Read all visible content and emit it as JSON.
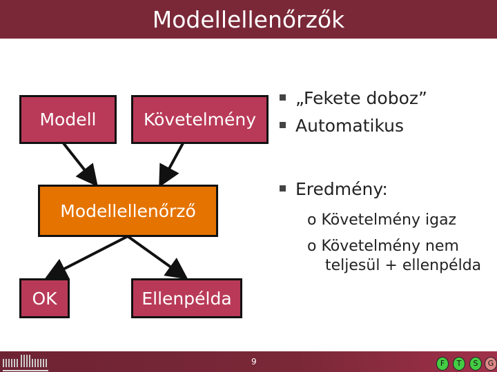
{
  "title": "Modellellenőrzők",
  "diagram": {
    "nodes": {
      "modell": "Modell",
      "kovetelmeny": "Követelmény",
      "checker": "Modellellenőrző",
      "ok": "OK",
      "ellenpelda": "Ellenpélda"
    },
    "colors": {
      "box": "#b93a58",
      "checker": "#e57300",
      "header": "#7a2838"
    }
  },
  "bullets": [
    {
      "text": "„Fekete doboz”"
    },
    {
      "text": "Automatikus"
    },
    {
      "text": "Eredmény:",
      "sub": [
        "Követelmény igaz",
        "Követelmény nem",
        "teljesül + ellenpélda"
      ]
    }
  ],
  "footer": {
    "page": "9",
    "logos": [
      "F",
      "T",
      "S",
      "G"
    ]
  }
}
